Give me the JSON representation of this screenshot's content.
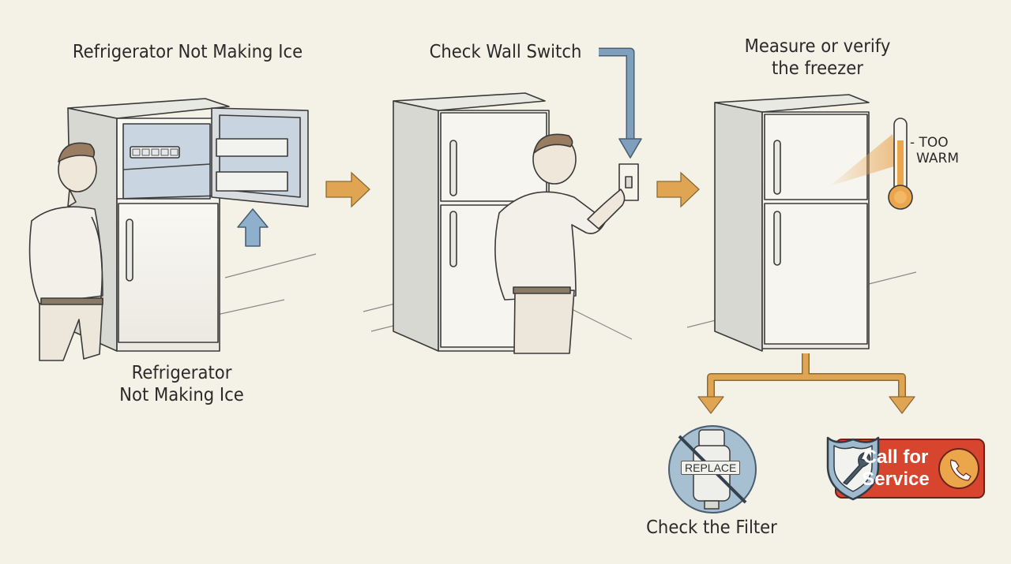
{
  "steps": [
    {
      "title": "Refrigerator Not Making Ice",
      "caption_line1": "Refrigerator",
      "caption_line2": "Not Making Ice"
    },
    {
      "title": "Check Wall Switch"
    },
    {
      "title_line1": "Measure or verify",
      "title_line2": "the freezer",
      "thermo_line1": "- TOO",
      "thermo_line2": "WARM"
    }
  ],
  "outcomes": {
    "filter": {
      "badge": "REPLACE",
      "label": "Check the Filter"
    },
    "service": {
      "line1": "Call for",
      "line2": "Service"
    }
  },
  "colors": {
    "background": "#f4f1e6",
    "flow_arrow": "#e0a552",
    "blue_arrow": "#7f9fbc",
    "service_red": "#d8452f",
    "thermo_orange": "#eba54a"
  },
  "icons": [
    "water-filter-icon",
    "prohibited-icon",
    "wrench-shield-icon",
    "phone-icon",
    "thermometer-icon"
  ]
}
